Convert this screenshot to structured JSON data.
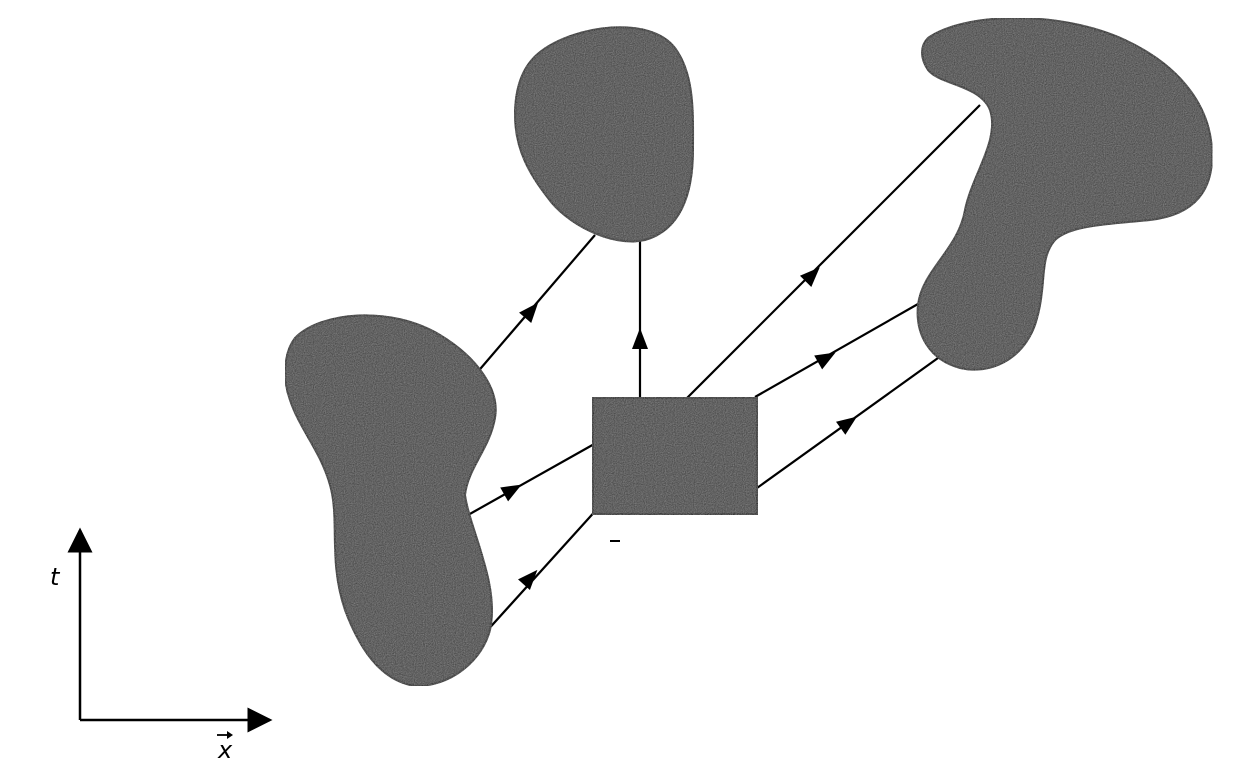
{
  "colors": {
    "region_fill": "#3a3a3a",
    "line": "#000000",
    "background": "#ffffff"
  },
  "axes": {
    "vertical_label": "t",
    "horizontal_label": "x",
    "horizontal_has_vector_arrow": true
  },
  "diagram": {
    "regions": [
      "blob-left",
      "blob-top",
      "blob-right",
      "central-box"
    ],
    "worldline_count": 7,
    "arrowheads_point": "along-time"
  }
}
